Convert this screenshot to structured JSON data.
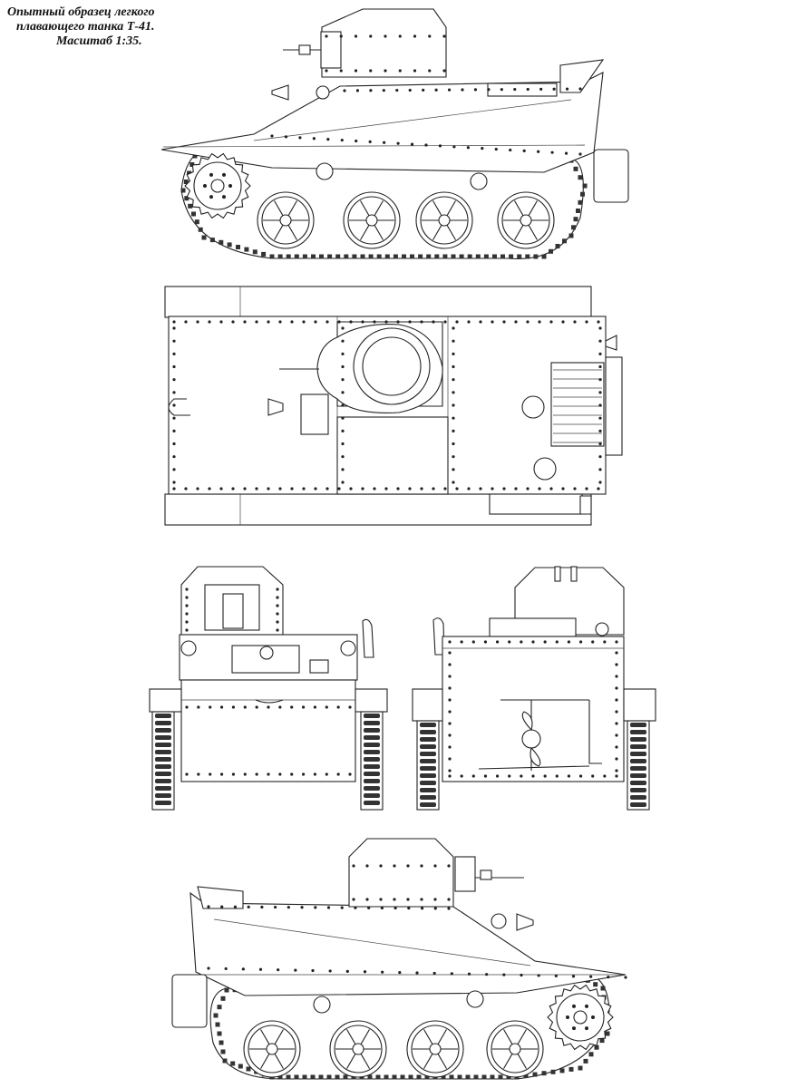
{
  "caption": {
    "line1": "Опытный образец легкого",
    "line2": "плавающего танка Т-41.",
    "line3": "Масштаб 1:35."
  },
  "colors": {
    "ink": "#222222",
    "paper": "#ffffff"
  },
  "views": [
    "left-side-view",
    "top-view",
    "front-view",
    "rear-view",
    "right-side-view"
  ]
}
